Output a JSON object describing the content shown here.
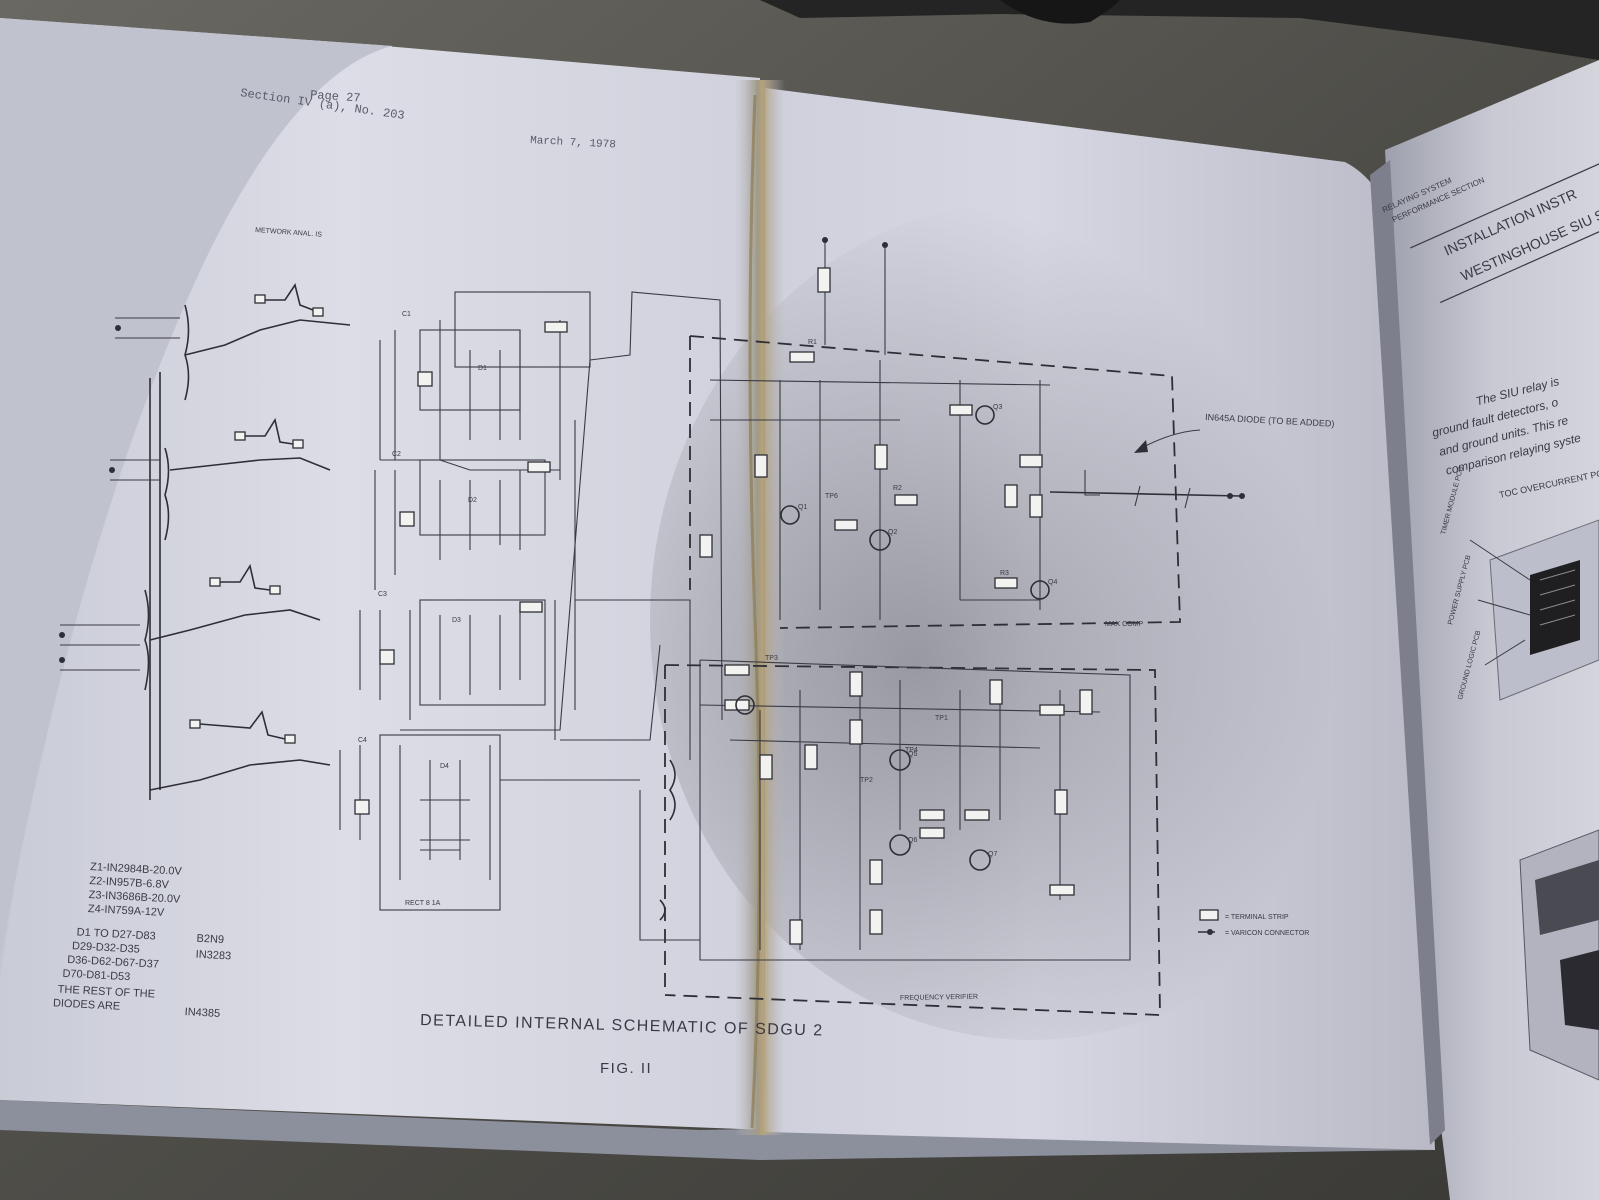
{
  "left_page": {
    "page_number": "Page 27",
    "section": "Section IV (a), No. 203",
    "date": "March 7, 1978",
    "header_note": "METWORK ANAL. IS"
  },
  "schematic": {
    "title": "DETAILED INTERNAL SCHEMATIC OF SDGU 2",
    "figure": "FIG. II",
    "annotation": "IN645A DIODE (TO BE ADDED)",
    "block_labels": [
      "MAX COMP",
      "FREQUENCY VERIFIER",
      "RECT 8 1A"
    ],
    "zener_list": [
      "Z1-IN2984B-20.0V",
      "Z2-IN957B-6.8V",
      "Z3-IN3686B-20.0V",
      "Z4-IN759A-12V"
    ],
    "diode_list": [
      {
        "diodes": "D1 TO D27-D83",
        "part": "B2N9"
      },
      {
        "diodes": "D29-D32-D35",
        "part": "IN3283"
      },
      {
        "diodes": "D36-D62-D67-D37",
        "part": ""
      },
      {
        "diodes": "D70-D81-D53",
        "part": ""
      },
      {
        "diodes": "THE REST OF THE",
        "part": ""
      },
      {
        "diodes": "DIODES ARE",
        "part": "IN4385"
      }
    ],
    "legend": [
      {
        "symbol": "terminal-strip",
        "label": "= TERMINAL STRIP"
      },
      {
        "symbol": "varicon-connector",
        "label": "= VARICON CONNECTOR"
      }
    ],
    "component_labels": [
      "R1",
      "R2",
      "R3",
      "Q1",
      "Q2",
      "Q3",
      "Q4",
      "Q5",
      "Q6",
      "Q7",
      "C1",
      "C2",
      "C3",
      "C4",
      "D1",
      "D2",
      "D3",
      "D4",
      "TP1",
      "TP2",
      "TP3",
      "TP4",
      "TP6"
    ]
  },
  "right_book": {
    "header_lines": [
      "RELAYING SYSTEM",
      "PERFORMANCE SECTION"
    ],
    "title_lines": [
      "INSTALLATION INSTR",
      "WESTINGHOUSE SIU STATIC"
    ],
    "body_lines": [
      "The SIU relay is",
      "ground fault detectors, o",
      "and ground units. This re",
      "comparison relaying syste"
    ],
    "callouts": [
      "TOC OVERCURRENT PCB",
      "TIMER MODULE PCB",
      "POWER SUPPLY PCB",
      "GROUND LOGIC PCB"
    ]
  }
}
